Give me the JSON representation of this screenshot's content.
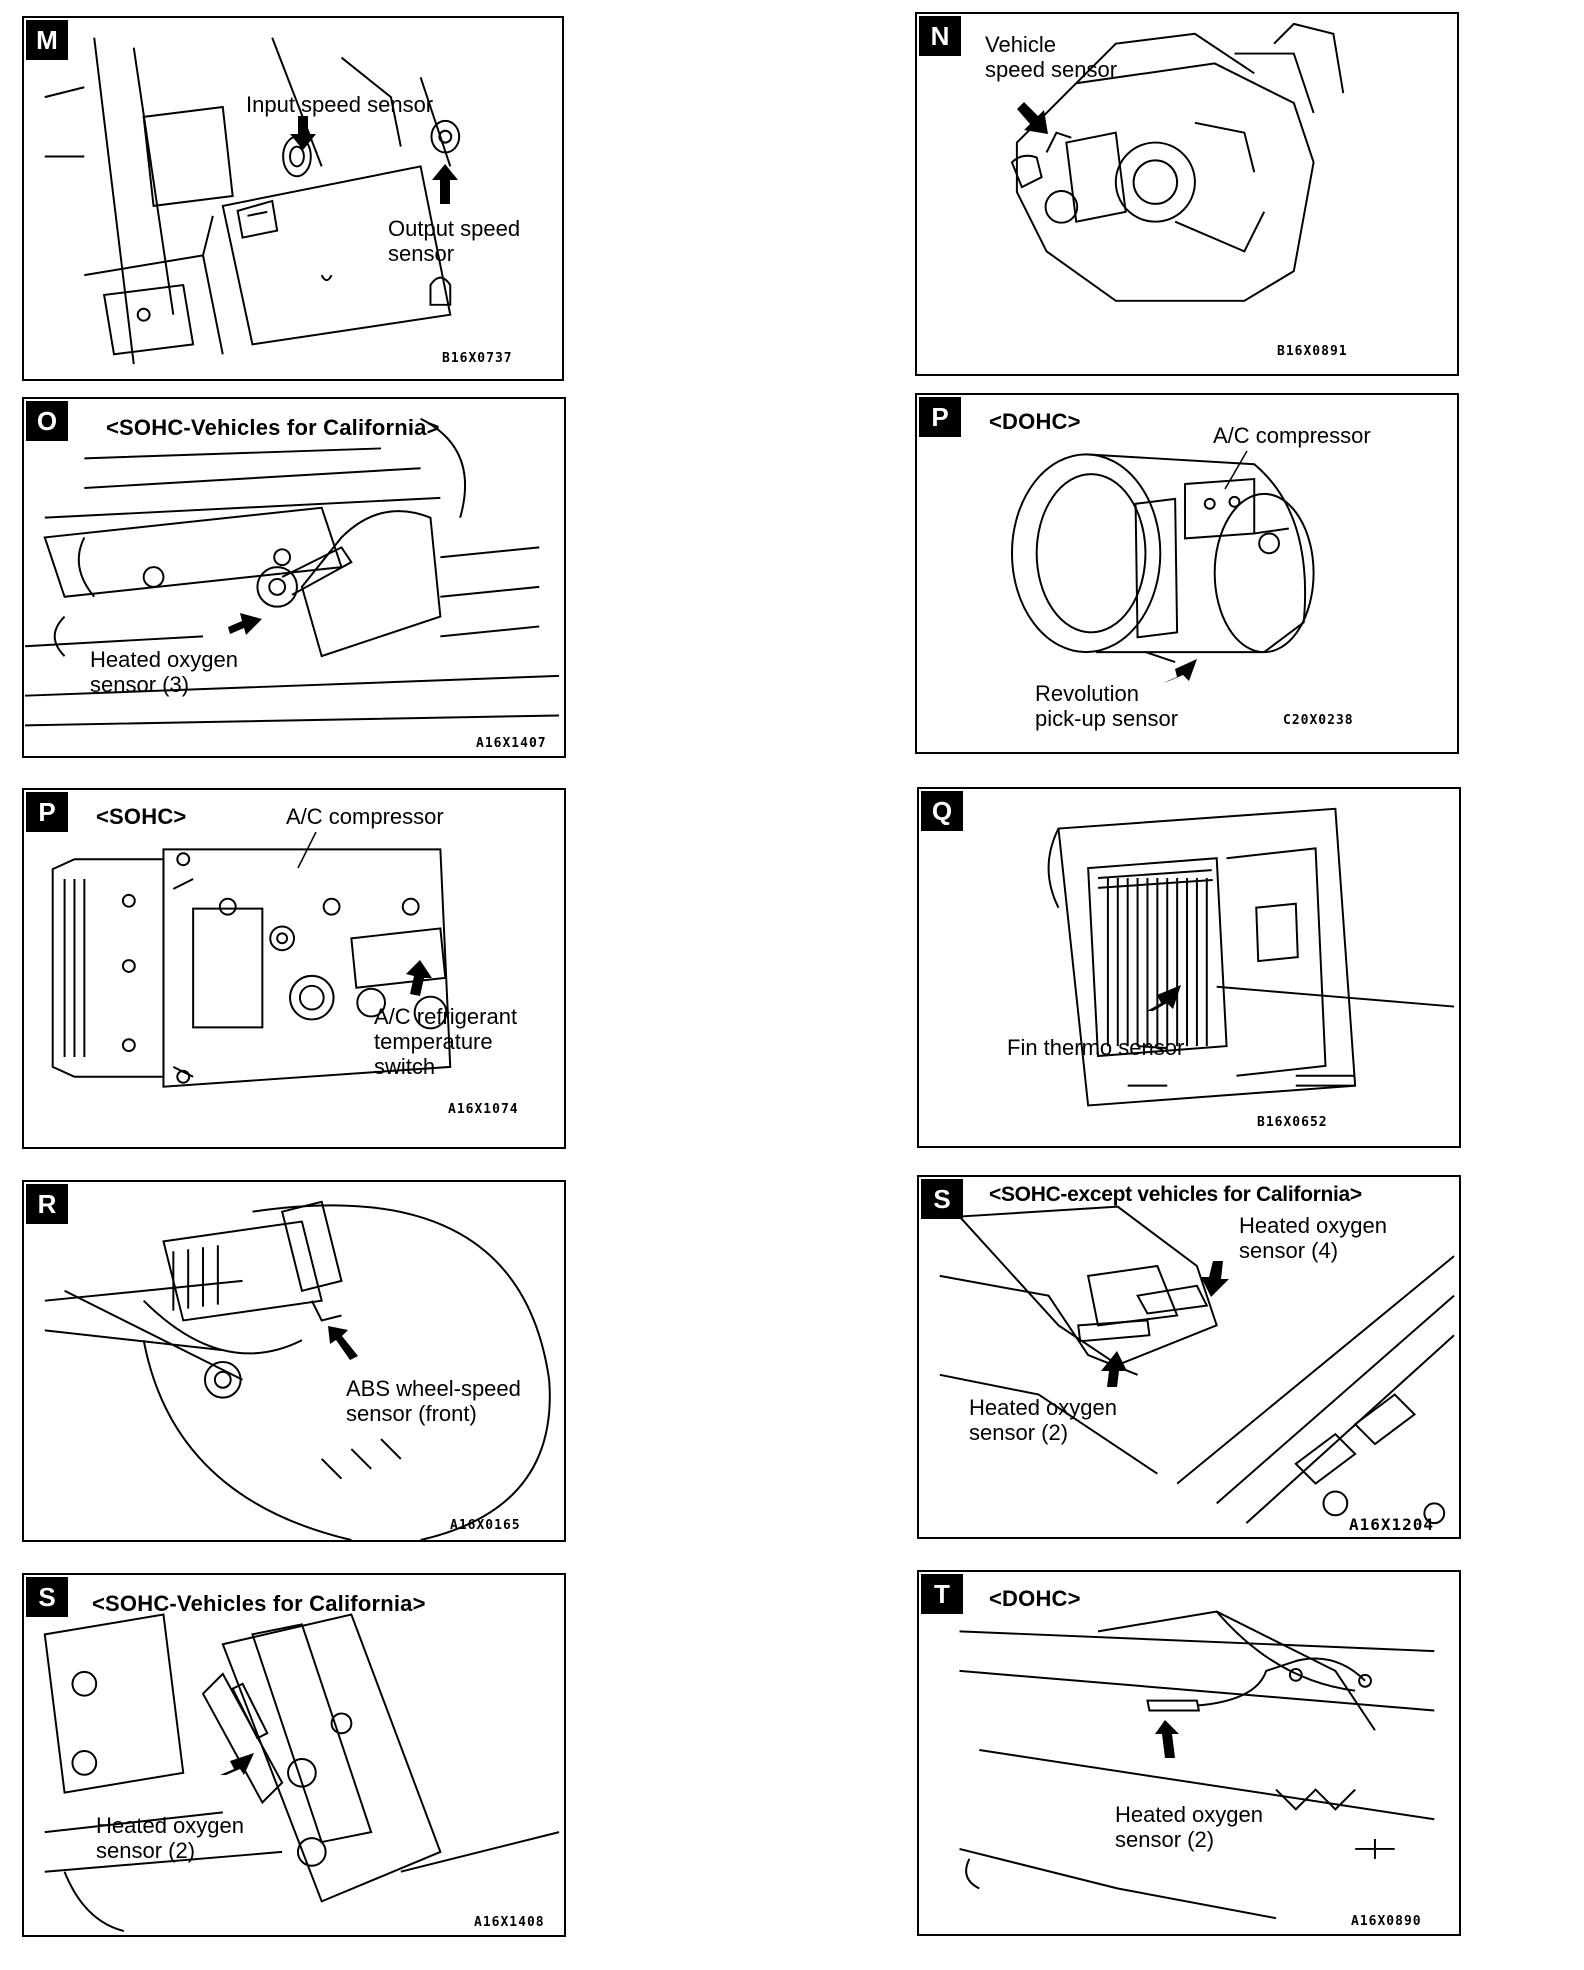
{
  "panels": [
    {
      "letter": "M",
      "labels": [
        "Input speed sensor",
        "Output speed",
        "sensor"
      ],
      "code": "B16X0737"
    },
    {
      "letter": "N",
      "labels": [
        "Vehicle",
        "speed sensor"
      ],
      "code": "B16X0891"
    },
    {
      "letter": "O",
      "heading": "<SOHC-Vehicles for California>",
      "labels": [
        "Heated oxygen",
        "sensor (3)"
      ],
      "code": "A16X1407"
    },
    {
      "letter": "P",
      "heading": "<DOHC>",
      "labels": [
        "A/C compressor",
        "Revolution",
        "pick-up sensor"
      ],
      "code": "C20X0238"
    },
    {
      "letter": "P",
      "heading": "<SOHC>",
      "labels": [
        "A/C compressor",
        "A/C refrigerant",
        "temperature",
        "switch"
      ],
      "code": "A16X1074"
    },
    {
      "letter": "Q",
      "labels": [
        "Fin thermo sensor"
      ],
      "code": "B16X0652"
    },
    {
      "letter": "R",
      "labels": [
        "ABS wheel-speed",
        "sensor (front)"
      ],
      "code": "A16X0165"
    },
    {
      "letter": "S",
      "heading": "<SOHC-except vehicles for California>",
      "labels": [
        "Heated oxygen",
        "sensor (4)",
        "Heated oxygen",
        "sensor (2)"
      ],
      "code": "A16X1204"
    },
    {
      "letter": "S",
      "heading": "<SOHC-Vehicles for California>",
      "labels": [
        "Heated oxygen",
        "sensor (2)"
      ],
      "code": "A16X1408"
    },
    {
      "letter": "T",
      "heading": "<DOHC>",
      "labels": [
        "Heated oxygen",
        "sensor (2)"
      ],
      "code": "A16X0890"
    }
  ]
}
